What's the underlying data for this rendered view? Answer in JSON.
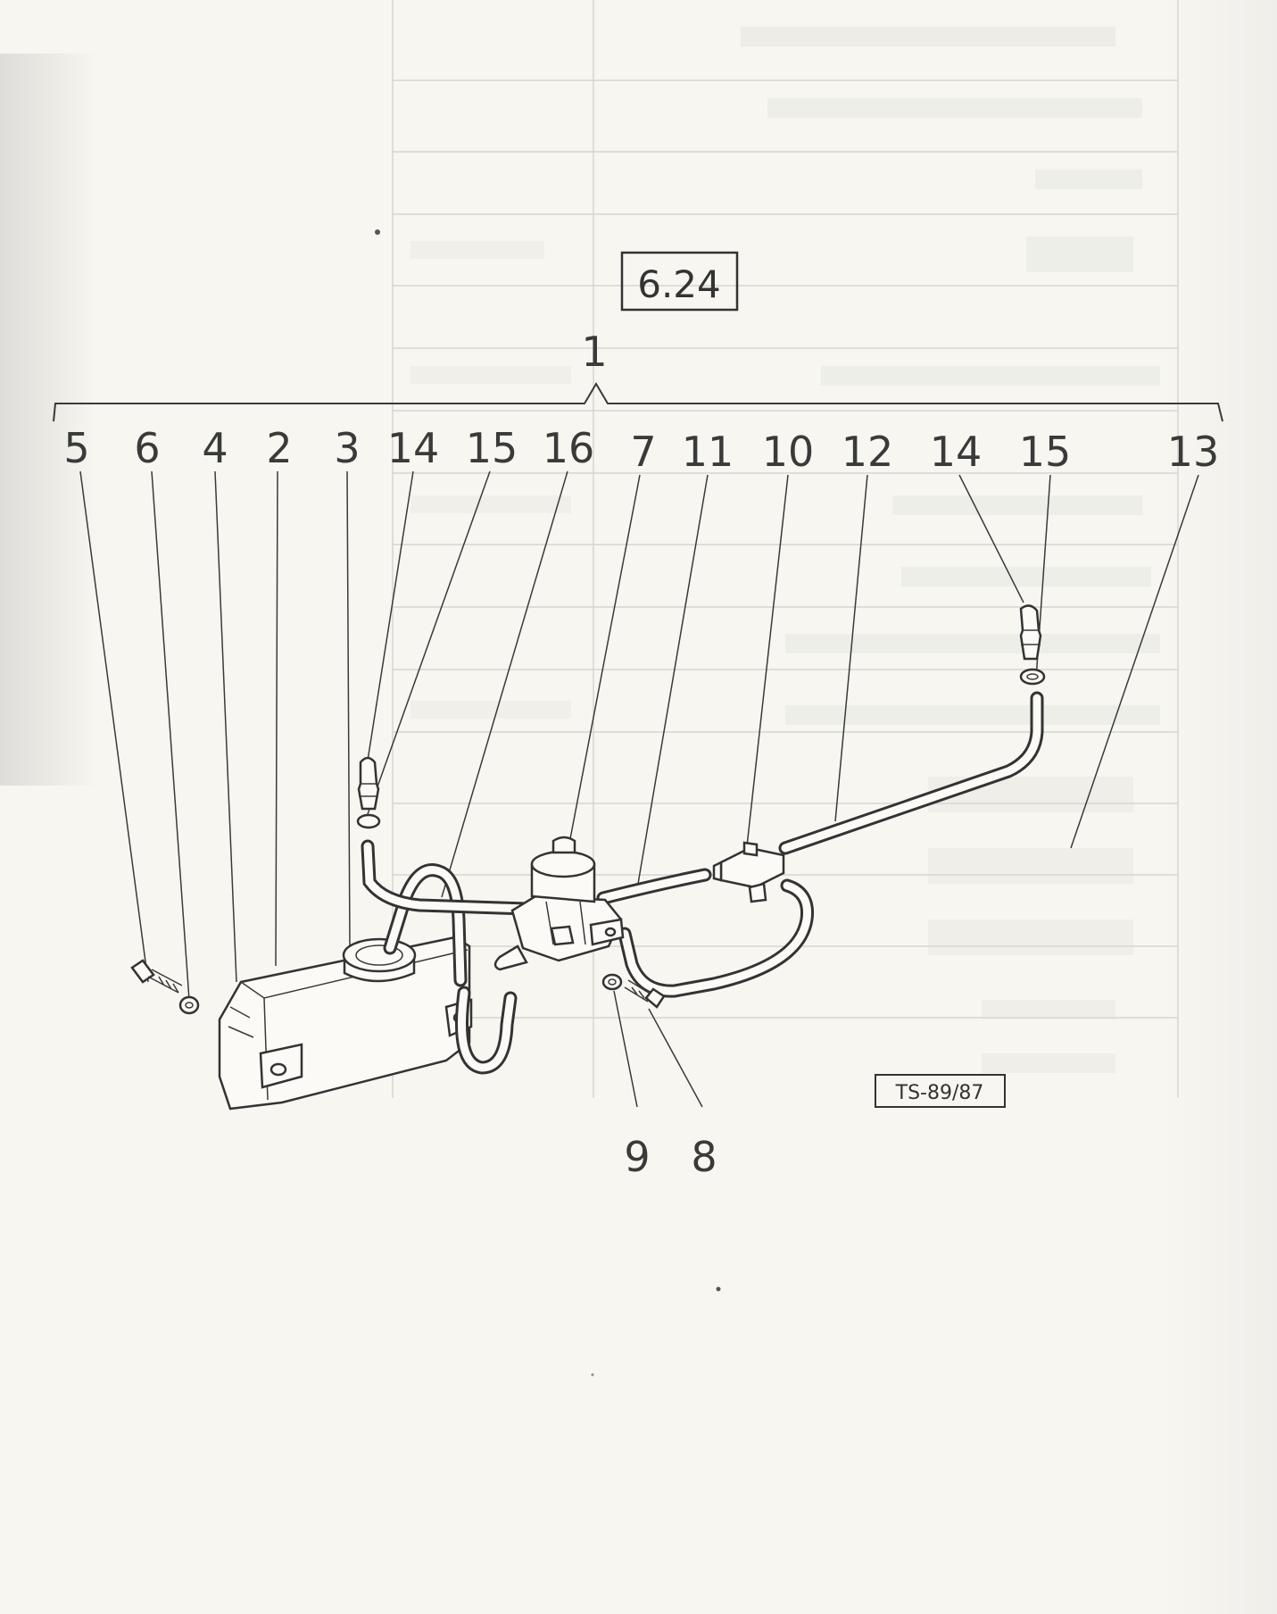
{
  "diagram": {
    "figure_number": "6.24",
    "assembly_label": "1",
    "reference_code": "TS-89/87",
    "top_labels": [
      {
        "id": "lbl-5",
        "text": "5"
      },
      {
        "id": "lbl-6",
        "text": "6"
      },
      {
        "id": "lbl-4",
        "text": "4"
      },
      {
        "id": "lbl-2",
        "text": "2"
      },
      {
        "id": "lbl-3",
        "text": "3"
      },
      {
        "id": "lbl-14a",
        "text": "14"
      },
      {
        "id": "lbl-15a",
        "text": "15"
      },
      {
        "id": "lbl-16",
        "text": "16"
      },
      {
        "id": "lbl-7",
        "text": "7"
      },
      {
        "id": "lbl-11",
        "text": "11"
      },
      {
        "id": "lbl-10",
        "text": "10"
      },
      {
        "id": "lbl-12",
        "text": "12"
      },
      {
        "id": "lbl-14b",
        "text": "14"
      },
      {
        "id": "lbl-15b",
        "text": "15"
      },
      {
        "id": "lbl-13",
        "text": "13"
      }
    ],
    "bottom_labels": [
      {
        "id": "lbl-9",
        "text": "9"
      },
      {
        "id": "lbl-8",
        "text": "8"
      }
    ]
  }
}
